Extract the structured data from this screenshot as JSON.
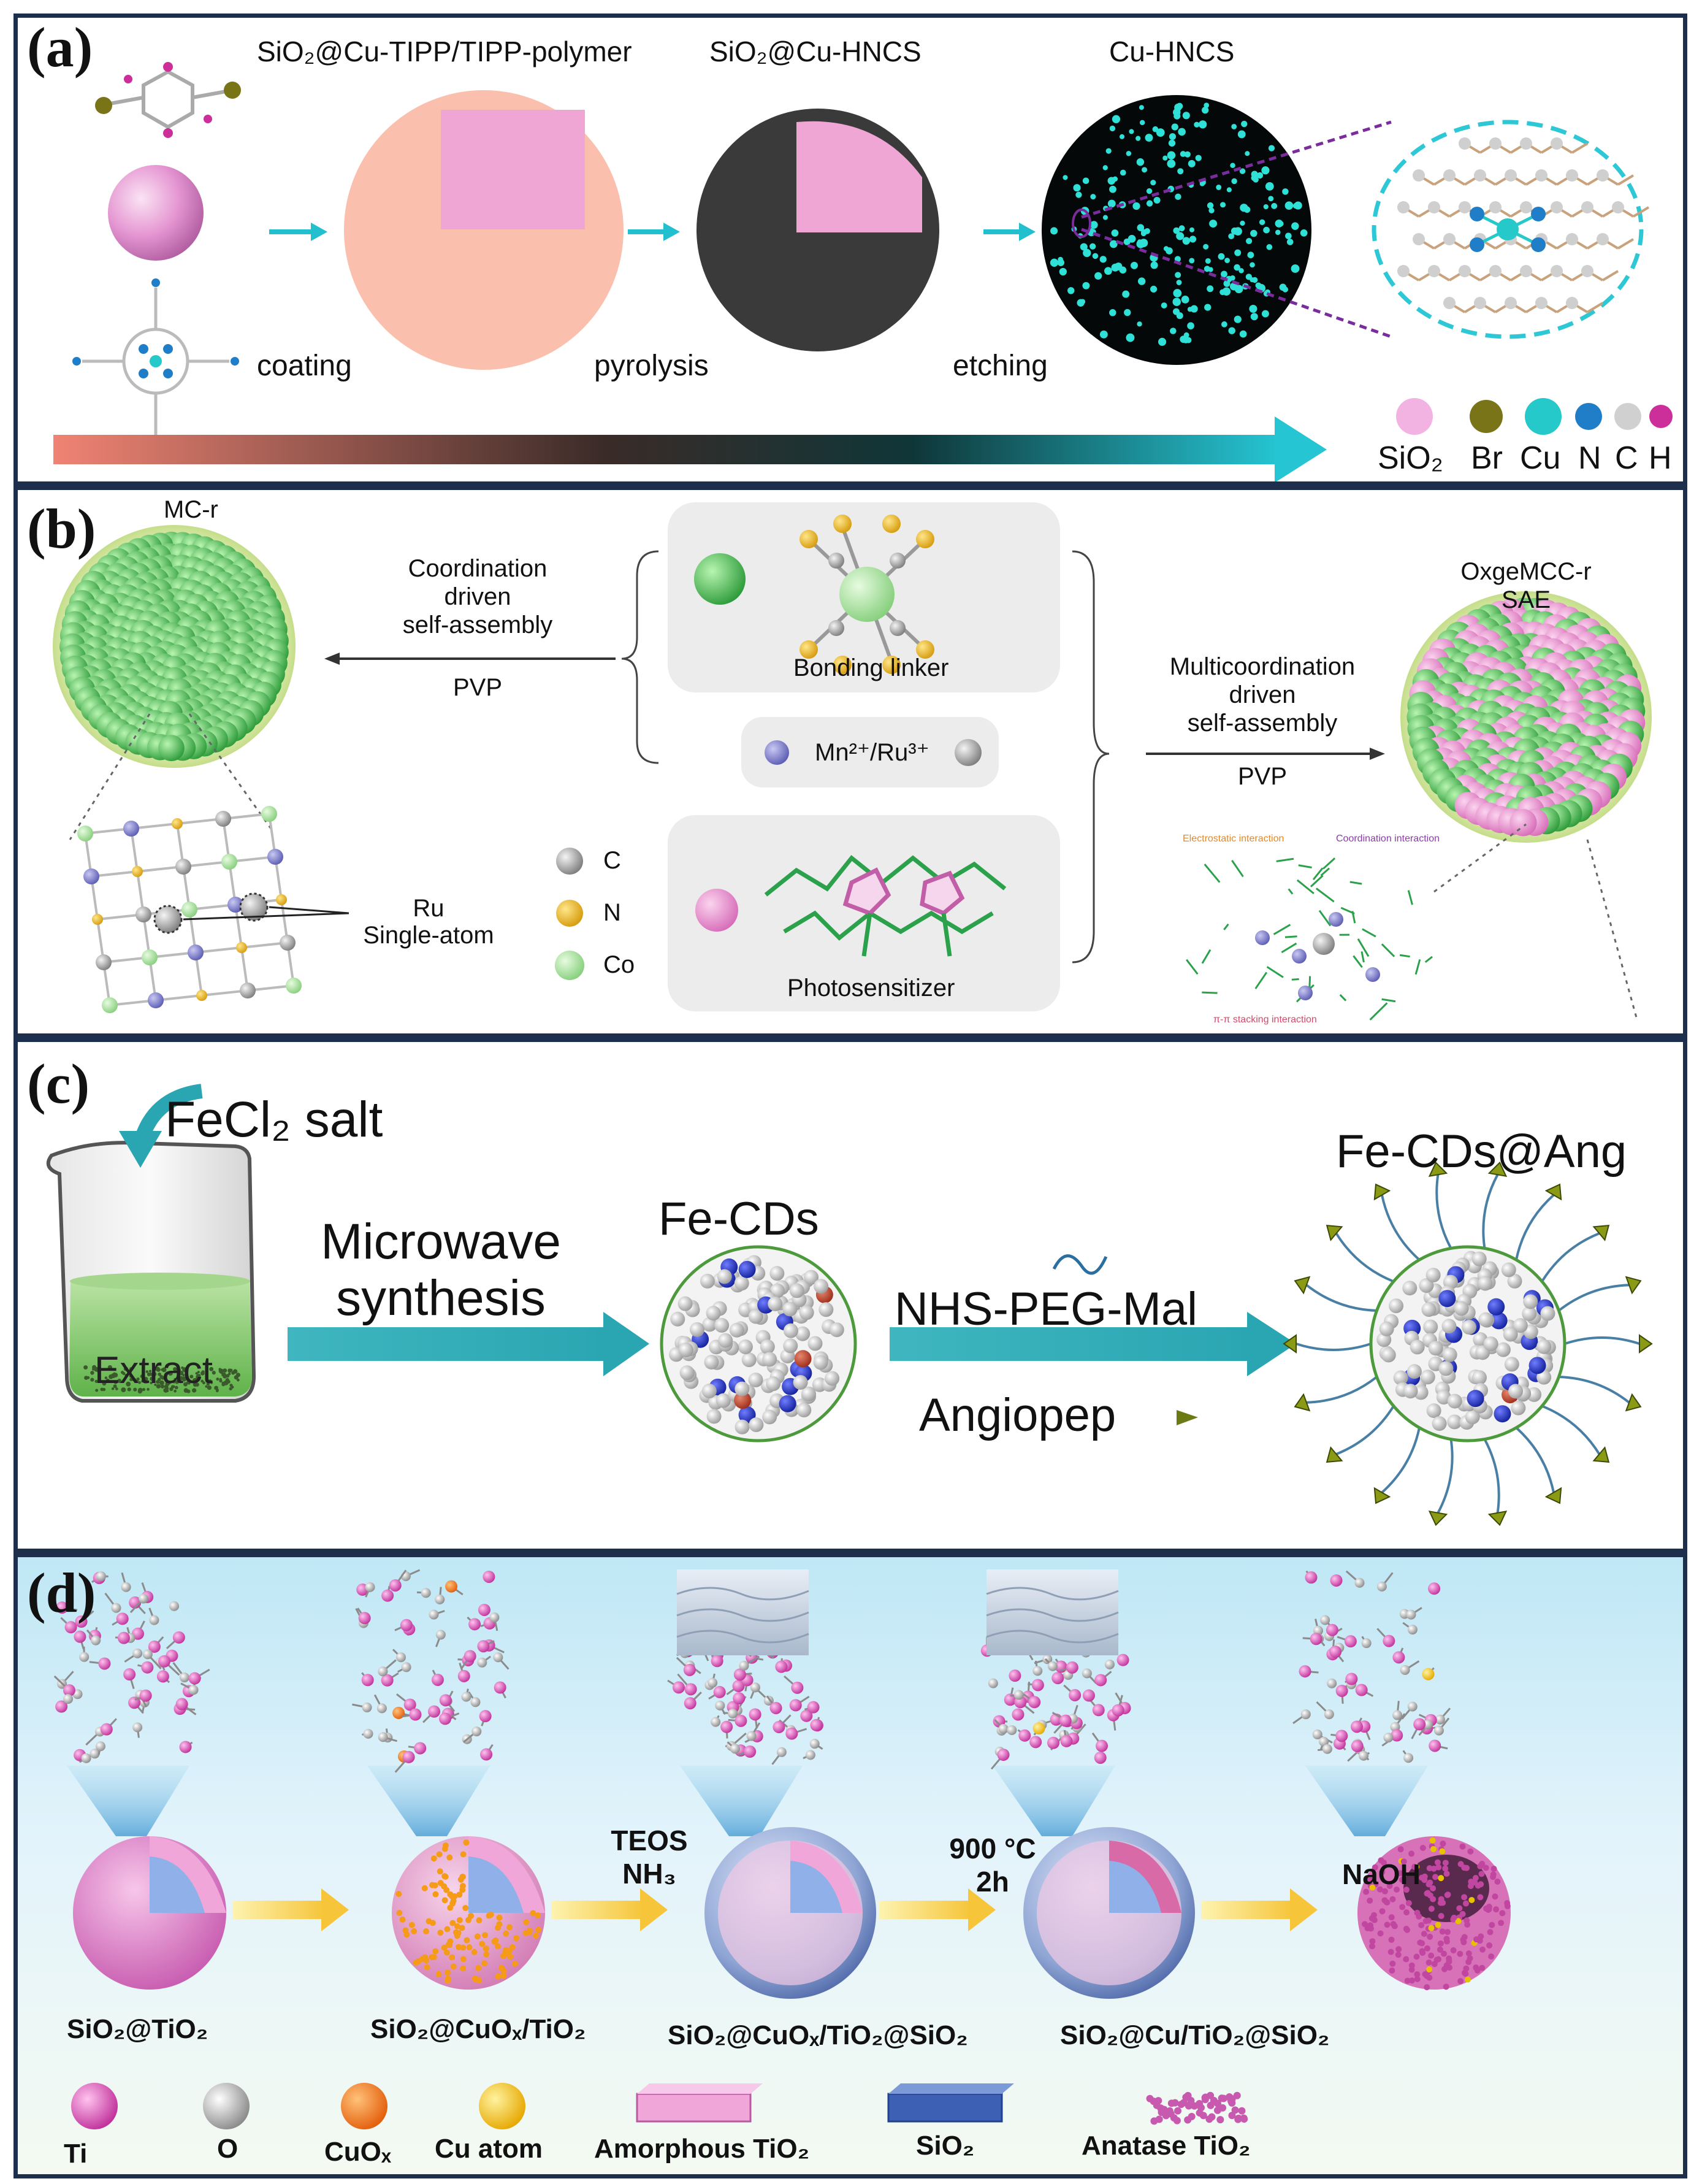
{
  "panel_a": {
    "label": "(a)",
    "stage_labels": [
      "SiO₂@Cu-TIPP/TIPP-polymer",
      "SiO₂@Cu-HNCS",
      "Cu-HNCS"
    ],
    "step_labels": [
      "coating",
      "pyrolysis",
      "etching"
    ],
    "legend": [
      "SiO₂",
      "Br",
      "Cu",
      "N",
      "C",
      "H"
    ],
    "colors": {
      "sio2": "#e69ccf",
      "br": "#7a7418",
      "cu": "#25c9c9",
      "n": "#1f7ec7",
      "c": "#c9c9c9",
      "h": "#cc2f9a"
    }
  },
  "panel_b": {
    "label": "(b)",
    "left_title": "MC-r",
    "right_title": [
      "OxgeMCC-r",
      "SAE"
    ],
    "left_arrow_text": [
      "Coordination",
      "driven",
      "self-assembly"
    ],
    "left_arrow_sub": "PVP",
    "right_arrow_text": [
      "Multicoordination",
      "driven",
      "self-assembly"
    ],
    "right_arrow_sub": "PVP",
    "bonding_linker": "Bonding linker",
    "metal_ions": "Mn²⁺/Ru³⁺",
    "photosensitizer": "Photosensitizer",
    "ru_label": [
      "Ru",
      "Single-atom"
    ],
    "legend": [
      "C",
      "N",
      "Co"
    ],
    "inset_labels": [
      "Electrostatic interaction",
      "Coordination interaction",
      "π-π stacking interaction"
    ]
  },
  "panel_c": {
    "label": "(c)",
    "salt": "FeCl₂ salt",
    "beaker_label": "Extract",
    "step1": [
      "Microwave",
      "synthesis"
    ],
    "product1": "Fe-CDs",
    "step2_top": "NHS-PEG-Mal",
    "step2_bottom": "Angiopep",
    "product2": "Fe-CDs@Ang"
  },
  "panel_d": {
    "label": "(d)",
    "step_labels": [
      [
        "TEOS",
        "NH₃"
      ],
      [
        "900 °C",
        "2h"
      ],
      [
        "NaOH"
      ]
    ],
    "products": [
      "SiO₂@TiO₂",
      "SiO₂@CuOₓ/TiO₂",
      "SiO₂@CuOₓ/TiO₂@SiO₂",
      "SiO₂@Cu/TiO₂@SiO₂"
    ],
    "legend": [
      "Ti",
      "O",
      "CuOₓ",
      "Cu atom",
      "Amorphous TiO₂",
      "SiO₂",
      "Anatase TiO₂"
    ]
  }
}
